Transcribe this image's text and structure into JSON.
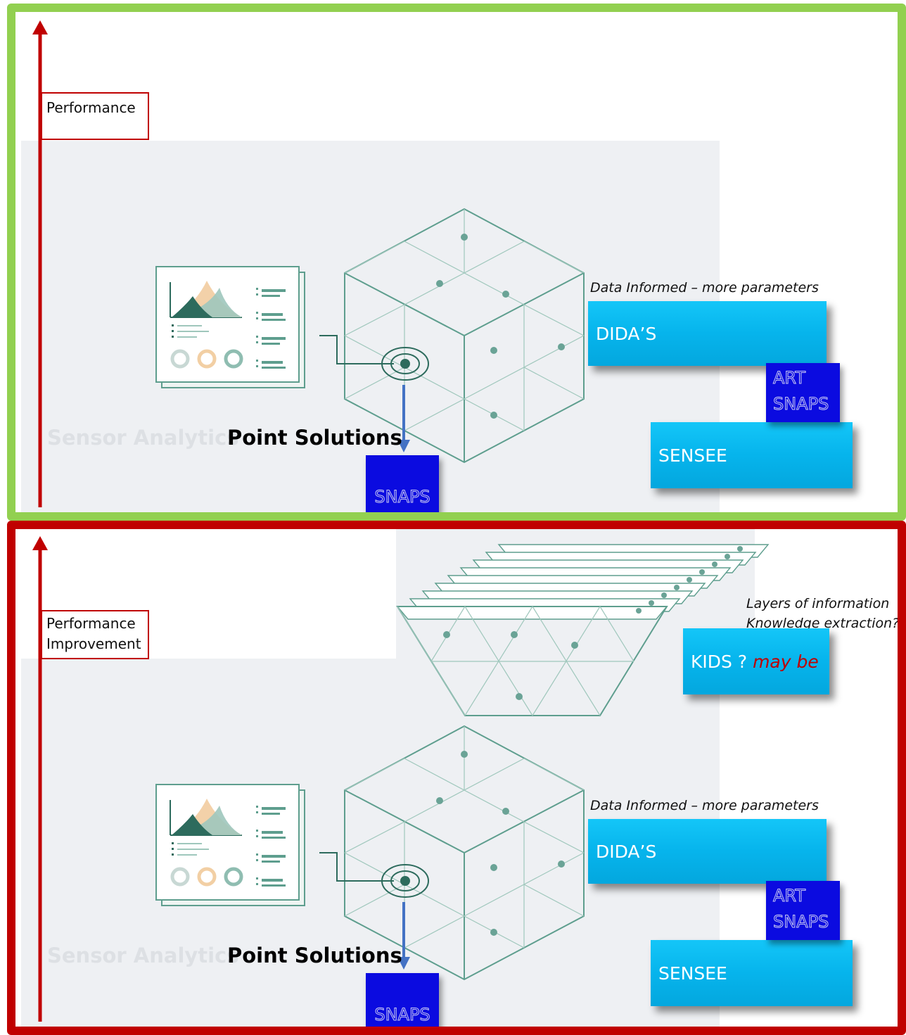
{
  "colors": {
    "top_border": "#92d050",
    "bottom_border": "#c00000",
    "axis_arrow": "#c00000",
    "cyan_box": "#06b4ec",
    "navy_box": "#0b0be0",
    "line_color": "#5e9e8e"
  },
  "top": {
    "axis_label": "Performance",
    "faded_label": "Sensor Analytics",
    "bold_label": "Point Solutions",
    "snaps": "SNAPS",
    "caption": "Data Informed – more parameters",
    "didas": "DIDA’S",
    "art_line1": "ART",
    "art_line2": "SNAPS",
    "sensee": "SENSEE",
    "icons": [
      "dashboard-illustration",
      "cube-illustration",
      "target-icon",
      "arrow-down-icon",
      "axis-arrow-icon"
    ]
  },
  "bottom": {
    "axis_label_line1": "Performance",
    "axis_label_line2": "Improvement",
    "faded_label": "Sensor Analytics",
    "bold_label": "Point Solutions",
    "snaps": "SNAPS",
    "caption": "Data Informed – more parameters",
    "didas": "DIDA’S",
    "art_line1": "ART",
    "art_line2": "SNAPS",
    "sensee": "SENSEE",
    "layers_caption_line1": "Layers of information",
    "layers_caption_line2": "Knowledge extraction?",
    "kids_text": "KIDS ?",
    "kids_maybe": "may be",
    "icons": [
      "dashboard-illustration",
      "cube-illustration",
      "target-icon",
      "arrow-down-icon",
      "axis-arrow-icon",
      "layers-stack-illustration"
    ]
  }
}
